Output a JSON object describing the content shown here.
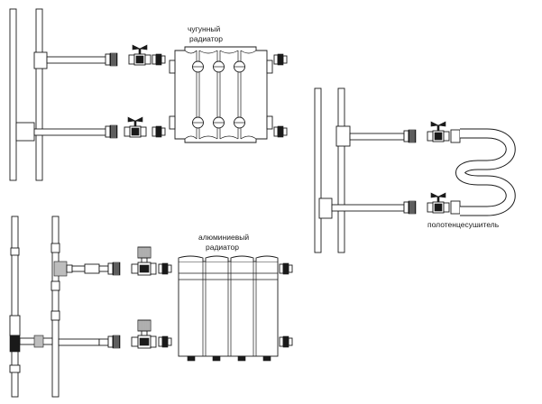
{
  "labels": {
    "cast_iron": [
      "чугунный",
      "радиатор"
    ],
    "towel_warmer": "полотенцесушитель",
    "aluminum": [
      "алюминиевый",
      "радиатор"
    ]
  },
  "colors": {
    "stroke": "#1a1a1a",
    "background": "#ffffff",
    "fitting_shade": "#bdbdbd"
  }
}
